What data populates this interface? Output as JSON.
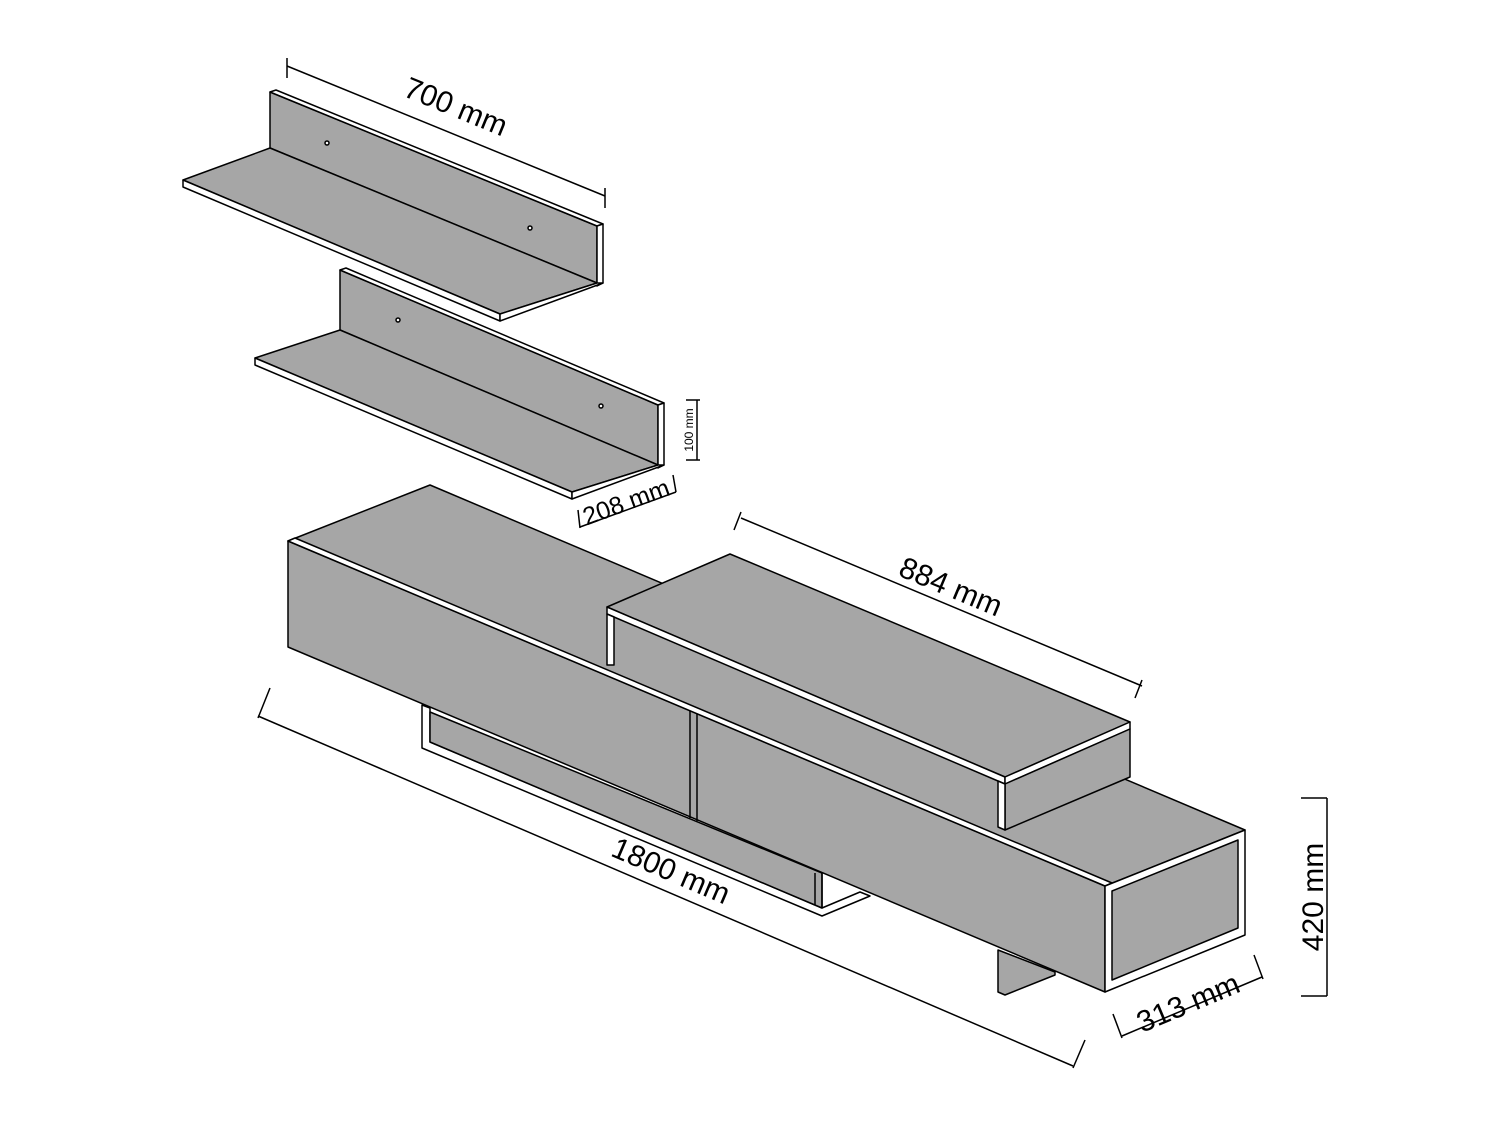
{
  "colors": {
    "panel": "#a6a6a6",
    "edge": "#ffffff",
    "line": "#000000",
    "background": "#ffffff"
  },
  "dimensions": {
    "shelf_width": "700 mm",
    "shelf_height": "100 mm",
    "shelf_depth": "208 mm",
    "top_unit_width": "884 mm",
    "unit_length": "1800 mm",
    "unit_depth": "313 mm",
    "unit_height": "420 mm"
  }
}
